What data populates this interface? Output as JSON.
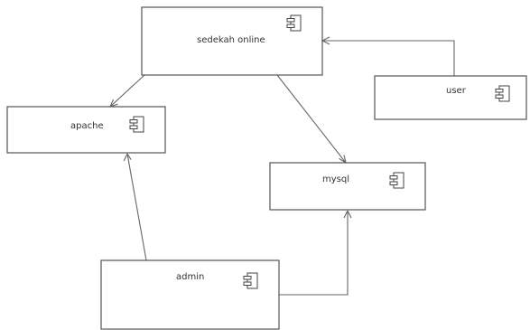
{
  "components": [
    {
      "id": "sedekah",
      "label": "sedekah online",
      "icon": "component-icon"
    },
    {
      "id": "apache",
      "label": "apache",
      "icon": "component-icon"
    },
    {
      "id": "user",
      "label": "user",
      "icon": "component-icon"
    },
    {
      "id": "mysql",
      "label": "mysql",
      "icon": "component-icon"
    },
    {
      "id": "admin",
      "label": "admin",
      "icon": "component-icon"
    }
  ],
  "connectors": [
    {
      "from": "sedekah",
      "to": "apache",
      "arrow": "open"
    },
    {
      "from": "sedekah",
      "to": "mysql",
      "arrow": "open"
    },
    {
      "from": "user",
      "to": "sedekah",
      "arrow": "open"
    },
    {
      "from": "admin",
      "to": "apache",
      "arrow": "open"
    },
    {
      "from": "admin",
      "to": "mysql",
      "arrow": "open"
    }
  ]
}
